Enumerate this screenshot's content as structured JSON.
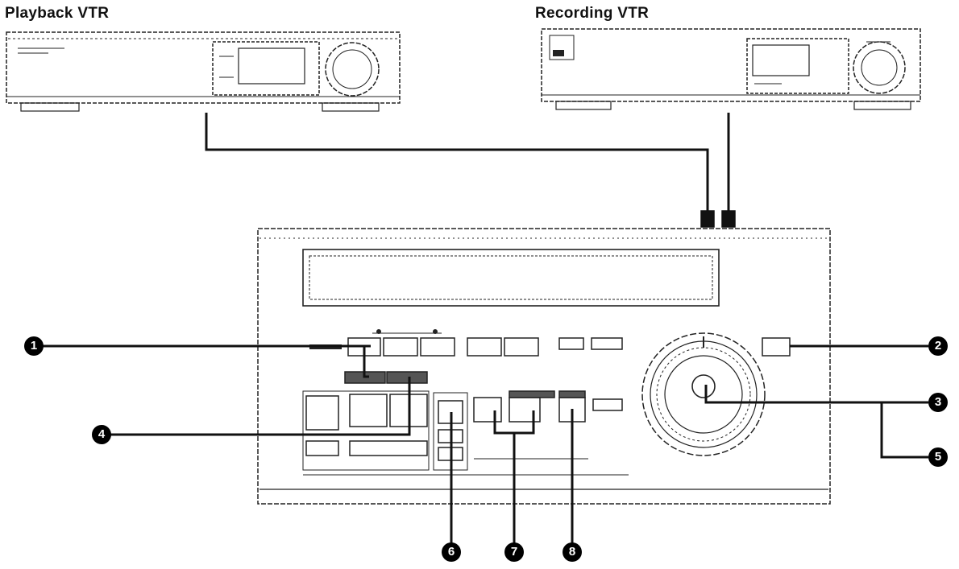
{
  "labels": {
    "playback_vtr": "Playback VTR",
    "recording_vtr": "Recording VTR"
  },
  "callouts": {
    "c1": "1",
    "c2": "2",
    "c3": "3",
    "c4": "4",
    "c5": "5",
    "c6": "6",
    "c7": "7",
    "c8": "8"
  }
}
